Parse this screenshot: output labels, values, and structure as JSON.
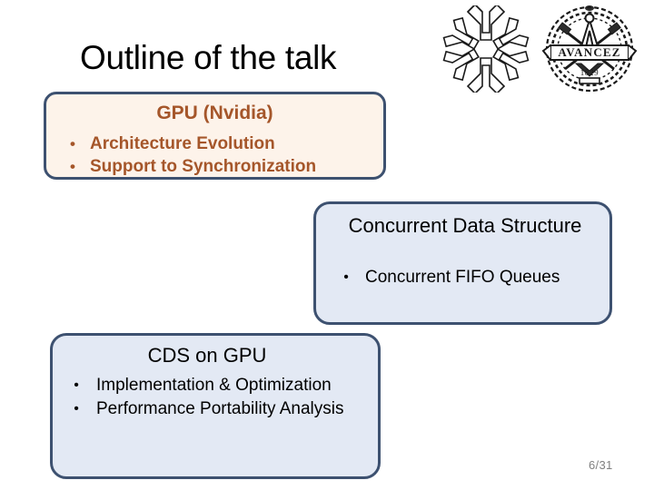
{
  "slide": {
    "title": "Outline of the talk",
    "page_number": "6/31",
    "accent_border": "#3d5170",
    "cream_fill": "#fdf3ea",
    "blue_fill": "#e3e9f4",
    "brown_text": "#a5562a"
  },
  "logos": [
    {
      "name": "chalmers-hexagon-logo",
      "alt": "Chalmers hexagonal arrows emblem"
    },
    {
      "name": "avancez-seal-logo",
      "alt": "Avancez wreath seal",
      "motto": "AVANCEZ",
      "year": "1829"
    }
  ],
  "boxes": [
    {
      "id": "gpu",
      "heading": "GPU (Nvidia)",
      "bullets": [
        "Architecture Evolution",
        "Support to Synchronization"
      ],
      "bullet_glyph": "•"
    },
    {
      "id": "cds",
      "heading": "Concurrent Data Structure",
      "bullets": [
        "Concurrent FIFO Queues"
      ],
      "bullet_glyph": "•"
    },
    {
      "id": "cdsgpu",
      "heading": "CDS on GPU",
      "bullets": [
        "Implementation & Optimization",
        "Performance Portability Analysis"
      ],
      "bullet_glyph": "•"
    }
  ]
}
